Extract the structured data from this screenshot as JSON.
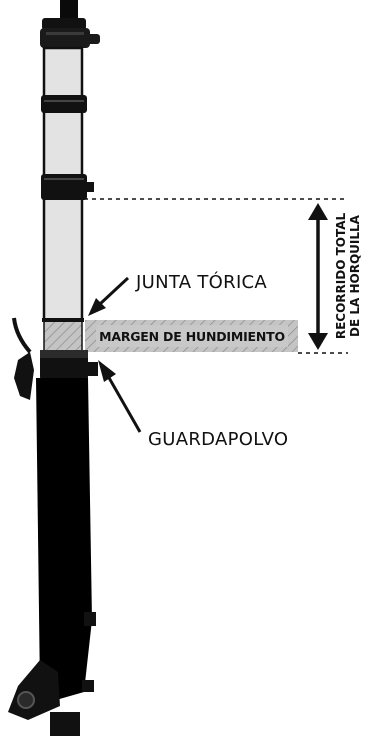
{
  "labels": {
    "o_ring": "JUNTA TÓRICA",
    "sag_margin": "MARGEN DE HUNDIMIENTO",
    "dust_seal": "GUARDAPOLVO",
    "total_travel_line1": "RECORRIDO TOTAL",
    "total_travel_line2": "DE LA HORQUILLA"
  },
  "colors": {
    "stanchion": "#e3e3e3",
    "lower": "#000000",
    "sag_fill": "#b8b8b8",
    "ink": "#111111"
  }
}
